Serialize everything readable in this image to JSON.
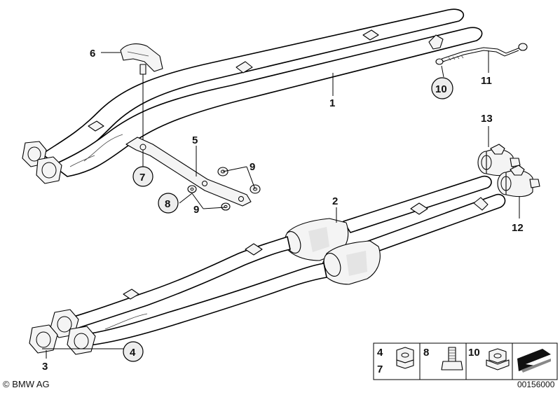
{
  "diagram": {
    "labels": {
      "p1": "1",
      "p2": "2",
      "p3": "3",
      "p4": "4",
      "p5": "5",
      "p6": "6",
      "p7": "7",
      "p8": "8",
      "p9a": "9",
      "p9b": "9",
      "p10": "10",
      "p11": "11",
      "p12": "12",
      "p13": "13"
    },
    "legend": {
      "items": [
        "4",
        "7",
        "8",
        "10"
      ]
    },
    "footer": {
      "brand": "BMW AG",
      "copyright_symbol": "©",
      "doc_number": "00156000"
    }
  }
}
